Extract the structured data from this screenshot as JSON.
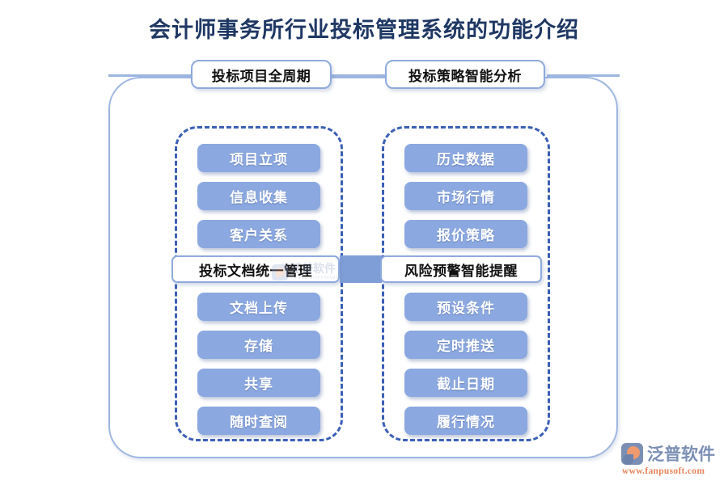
{
  "page": {
    "title": "会计师事务所行业投标管理系统的功能介绍",
    "accent_blue": "#8ba8e0",
    "border_blue": "#9db6e0",
    "dashed_blue": "#3a5fb5",
    "title_color": "#1f3864",
    "connector_blue": "#7f9ed8"
  },
  "columns": [
    {
      "id": "bidding-lifecycle",
      "header": "投标项目全周期",
      "top_items": [
        {
          "label": "项目立项"
        },
        {
          "label": "信息收集"
        },
        {
          "label": "客户关系"
        }
      ],
      "middle_label": "投标文档统一管理",
      "bottom_items": [
        {
          "label": "文档上传"
        },
        {
          "label": "存储"
        },
        {
          "label": "共享"
        },
        {
          "label": "随时查阅"
        }
      ]
    },
    {
      "id": "strategy-analysis",
      "header": "投标策略智能分析",
      "top_items": [
        {
          "label": "历史数据"
        },
        {
          "label": "市场行情"
        },
        {
          "label": "报价策略"
        }
      ],
      "middle_label": "风险预警智能提醒",
      "bottom_items": [
        {
          "label": "预设条件"
        },
        {
          "label": "定时推送"
        },
        {
          "label": "截止日期"
        },
        {
          "label": "履行情况"
        }
      ]
    }
  ],
  "watermark": {
    "cn": "泛普软件",
    "en": "FANPU SOFTWARE"
  },
  "logo": {
    "cn": "泛普软件",
    "url": "www.fanpusoft.com"
  }
}
